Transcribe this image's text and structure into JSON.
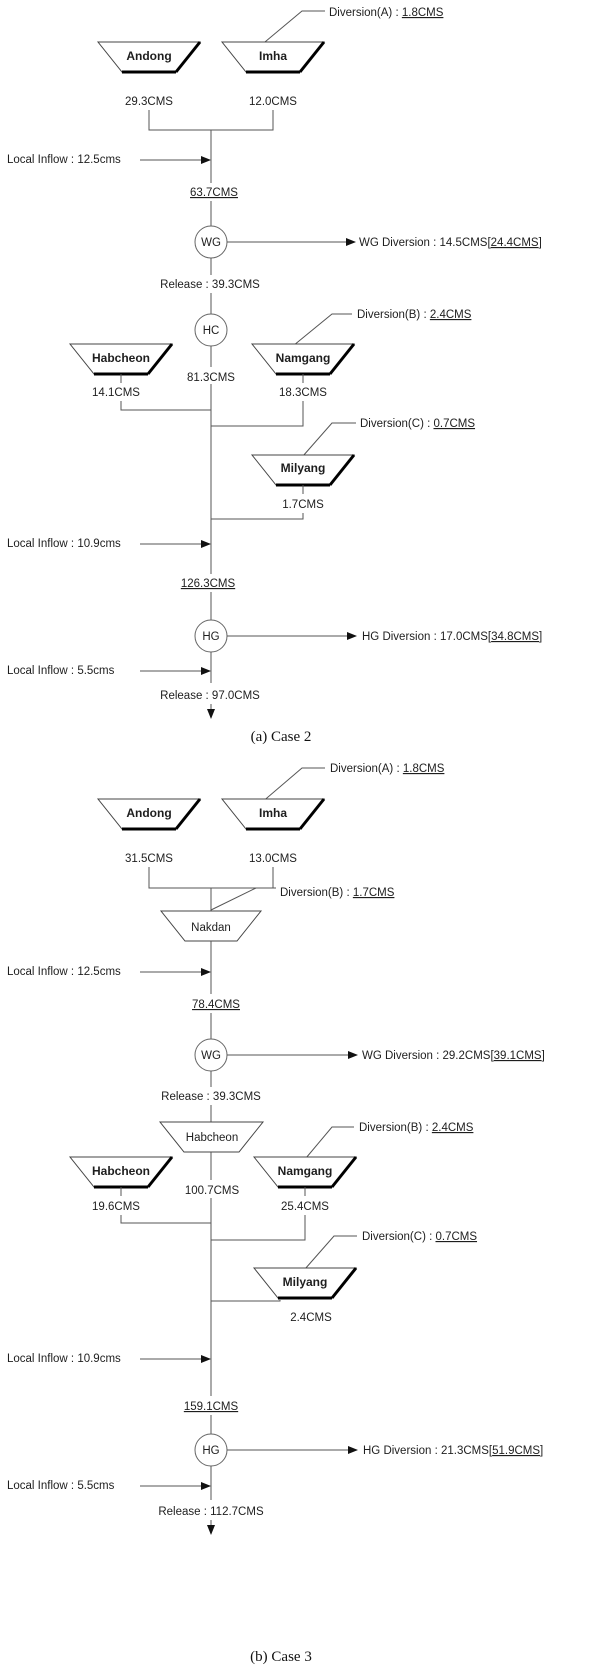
{
  "case2": {
    "diversion_a_label": "Diversion(A) : ",
    "diversion_a_value": "1.8CMS",
    "dam_andong": "Andong",
    "dam_imha": "Imha",
    "andong_flow": "29.3CMS",
    "imha_flow": "12.0CMS",
    "local_inflow_1": "Local Inflow : 12.5cms",
    "flow_63": "63.7CMS",
    "weir_wg": "WG",
    "wg_diversion_label": "WG Diversion : 14.5CMS",
    "wg_diversion_bracket": "24.4CMS",
    "release_wg": "Release : 39.3CMS",
    "weir_hc": "HC",
    "diversion_b_label": "Diversion(B) : ",
    "diversion_b_value": "2.4CMS",
    "dam_habcheon": "Habcheon",
    "dam_namgang": "Namgang",
    "habcheon_flow": "14.1CMS",
    "hc_flow": "81.3CMS",
    "namgang_flow": "18.3CMS",
    "diversion_c_label": "Diversion(C) : ",
    "diversion_c_value": "0.7CMS",
    "dam_milyang": "Milyang",
    "milyang_flow": "1.7CMS",
    "local_inflow_2": "Local Inflow : 10.9cms",
    "flow_126": "126.3CMS",
    "weir_hg": "HG",
    "hg_diversion_label": "HG Diversion : 17.0CMS",
    "hg_diversion_bracket": "34.8CMS",
    "local_inflow_3": "Local Inflow : 5.5cms",
    "release_hg": "Release : 97.0CMS",
    "caption": "(a)  Case  2"
  },
  "case3": {
    "diversion_a_label": "Diversion(A) : ",
    "diversion_a_value": "1.8CMS",
    "dam_andong": "Andong",
    "dam_imha": "Imha",
    "andong_flow": "31.5CMS",
    "imha_flow": "13.0CMS",
    "diversion_b1_label": "Diversion(B) : ",
    "diversion_b1_value": "1.7CMS",
    "weir_nakdan": "Nakdan",
    "local_inflow_1": "Local Inflow : 12.5cms",
    "flow_78": "78.4CMS",
    "weir_wg": "WG",
    "wg_diversion_label": "WG Diversion : 29.2CMS",
    "wg_diversion_bracket": "39.1CMS",
    "release_wg": "Release : 39.3CMS",
    "weir_habcheon": "Habcheon",
    "diversion_b2_label": "Diversion(B) : ",
    "diversion_b2_value": "2.4CMS",
    "dam_habcheon": "Habcheon",
    "dam_namgang": "Namgang",
    "habcheon_flow": "19.6CMS",
    "center_flow": "100.7CMS",
    "namgang_flow": "25.4CMS",
    "diversion_c_label": "Diversion(C) : ",
    "diversion_c_value": "0.7CMS",
    "dam_milyang": "Milyang",
    "milyang_flow": "2.4CMS",
    "local_inflow_2": "Local Inflow : 10.9cms",
    "flow_159": "159.1CMS",
    "weir_hg": "HG",
    "hg_diversion_label": "HG Diversion : 21.3CMS",
    "hg_diversion_bracket": "51.9CMS",
    "local_inflow_3": "Local Inflow : 5.5cms",
    "release_hg": "Release : 112.7CMS",
    "caption": "(b)  Case  3"
  }
}
